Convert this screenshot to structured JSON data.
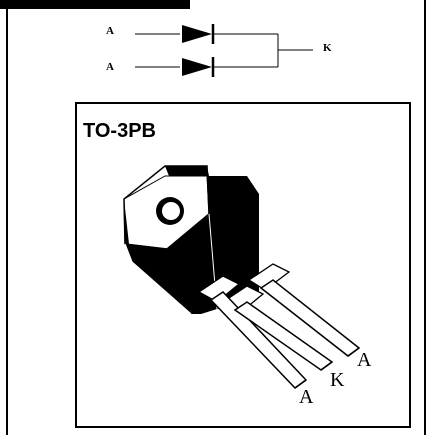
{
  "circuit": {
    "anode_top_label": "A",
    "anode_bottom_label": "A",
    "cathode_label": "K"
  },
  "package": {
    "name": "TO-3PB",
    "pins": {
      "left": "A",
      "middle": "K",
      "right": "A"
    }
  }
}
